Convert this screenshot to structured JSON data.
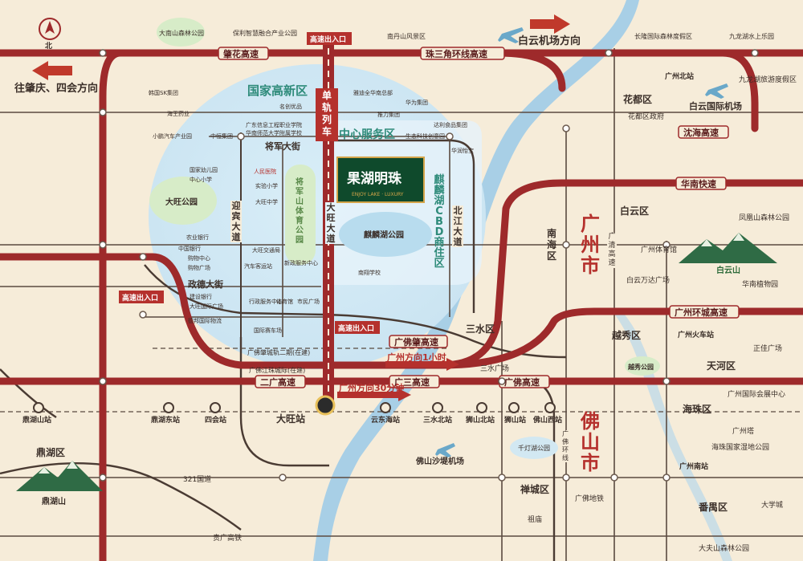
{
  "compass": {
    "north": "北"
  },
  "directions": {
    "zhaoqing_sihui": "往肇庆、四会方向",
    "baiyun_airport": "白云机场方向"
  },
  "highways": {
    "zhaohua": "肇花高速",
    "prd_ring": "珠三角环线高速",
    "huanan": "华南快速",
    "shahai": "沈海高速",
    "guangzhou_ring": "广州环城高速",
    "guangfozhao": "广佛肇高速",
    "erguang": "二广高速",
    "sanguang": "广三高速",
    "guangfo": "广佛高速",
    "guangfo_zhaoqing_intercity": "广佛肇城轨二期(在建)",
    "guangfo_jiangzhu": "广佛江珠城际(在建)",
    "road321": "321国道",
    "guiguang_rail": "贵广高铁",
    "guangfo_metro": "广佛地铁",
    "guangfo_ring": "广佛环线"
  },
  "roads": {
    "jiangjun": "将军大街",
    "zhengde": "政德大街",
    "yingbin": "迎宾大道",
    "dawang": "大旺大道",
    "beijiang": "北江大道",
    "guangzhou_dadao": "广清高速"
  },
  "entrances": {
    "top": "高速出入口",
    "left": "高速出入口",
    "mid": "高速出入口"
  },
  "rail": {
    "monorail": "单轨列车"
  },
  "districts": {
    "national_hitech": "国家高新区",
    "central_service": "中心服务区",
    "qilin_cbd": "麒麟湖CBD商住区",
    "guangzhou_city": "广州市",
    "foshan_city": "佛山市",
    "huadu": "花都区",
    "baiyun": "白云区",
    "nanhai": "南海区",
    "sanshui": "三水区",
    "yuexiu": "越秀区",
    "tianhe": "天河区",
    "haizhu": "海珠区",
    "chancheng": "禅城区",
    "panyu": "番禺区",
    "dinghu": "鼎湖区"
  },
  "parks": {
    "dawang_park": "大旺公园",
    "jiangjunshan": "将军山体育公园",
    "qilinhu": "麒麟湖公园",
    "yuexiu_park": "越秀公园",
    "qiandeng_lake": "千灯湖公园",
    "dingmushan": "鼎湖山",
    "baiyunshan": "白云山"
  },
  "project": {
    "name": "果湖明珠",
    "sub": "ENJOY LAKE · LUXURY"
  },
  "pois_west": [
    "韩国SK集团",
    "海王药业",
    "小鹏汽车产业园",
    "中恒集团",
    "名创优品",
    "广东信息工程职业学院",
    "华南师范大学附属学校",
    "国家幼儿园",
    "中心小学",
    "实验小学",
    "大旺中学",
    "农业银行",
    "中国银行",
    "购物中心",
    "购物广场",
    "大旺交通局",
    "汽车客运站",
    "新政服务中心",
    "行政服务中心",
    "体育馆",
    "市民广场",
    "建设银行",
    "大旺国际广场",
    "德邦国际物流",
    "国际赛车场",
    "人民医院"
  ],
  "pois_east": [
    "雅迪全华南总部",
    "华为集团",
    "推力集团",
    "达利食品集团",
    "生态科技创意园",
    "华润怡宝",
    "南翔学校"
  ],
  "stops_top": [
    "大南山森林公园",
    "保利智慧融合产业公园",
    "南丹山风景区",
    "长隆国际森林度假区",
    "九龙湖水上乐园"
  ],
  "landmarks": {
    "gz_north": "广州北站",
    "baiyun_airport": "白云国际机场",
    "jiulong_lake": "九龙湖旅游度假区",
    "huadu_gov": "花都区政府",
    "fenghuang_forest": "凤凰山森林公园",
    "gz_sports": "广州体育馆",
    "baiyun_wanda": "白云万达广场",
    "huanan_botanic": "华南植物园",
    "gz_station": "广州火车站",
    "zhengjia": "正佳广场",
    "canton_tower": "广州塔",
    "gz_convention": "广州国际会展中心",
    "haizhu_wetland": "海珠国家湿地公园",
    "gz_south": "广州南站",
    "univ_town": "大学城",
    "dafu_mountain": "大夫山森林公园",
    "foshan_airport": "佛山沙堤机场",
    "sanshui_square": "三水广场",
    "zumiao": "祖庙"
  },
  "stations": {
    "dawang": "大旺站",
    "dinghushan": "鼎湖山站",
    "dinghudong": "鼎湖东站",
    "sihui": "四会站",
    "yundonghai": "云东海站",
    "sanshuibei": "三水北站",
    "shishanbei": "狮山北站",
    "shishan": "狮山站",
    "foshanxi": "佛山西站"
  },
  "times": {
    "one_hour": "广州方向1小时",
    "thirty_min": "广州方向30分钟"
  },
  "colors": {
    "bg": "#f6ecd9",
    "highway": "#9e2a2b",
    "road": "#4a3b33",
    "zone": "#cfe6f2",
    "river": "#a8cfe6",
    "label_green": "#2e8b7a",
    "label_red": "#b5312d"
  }
}
